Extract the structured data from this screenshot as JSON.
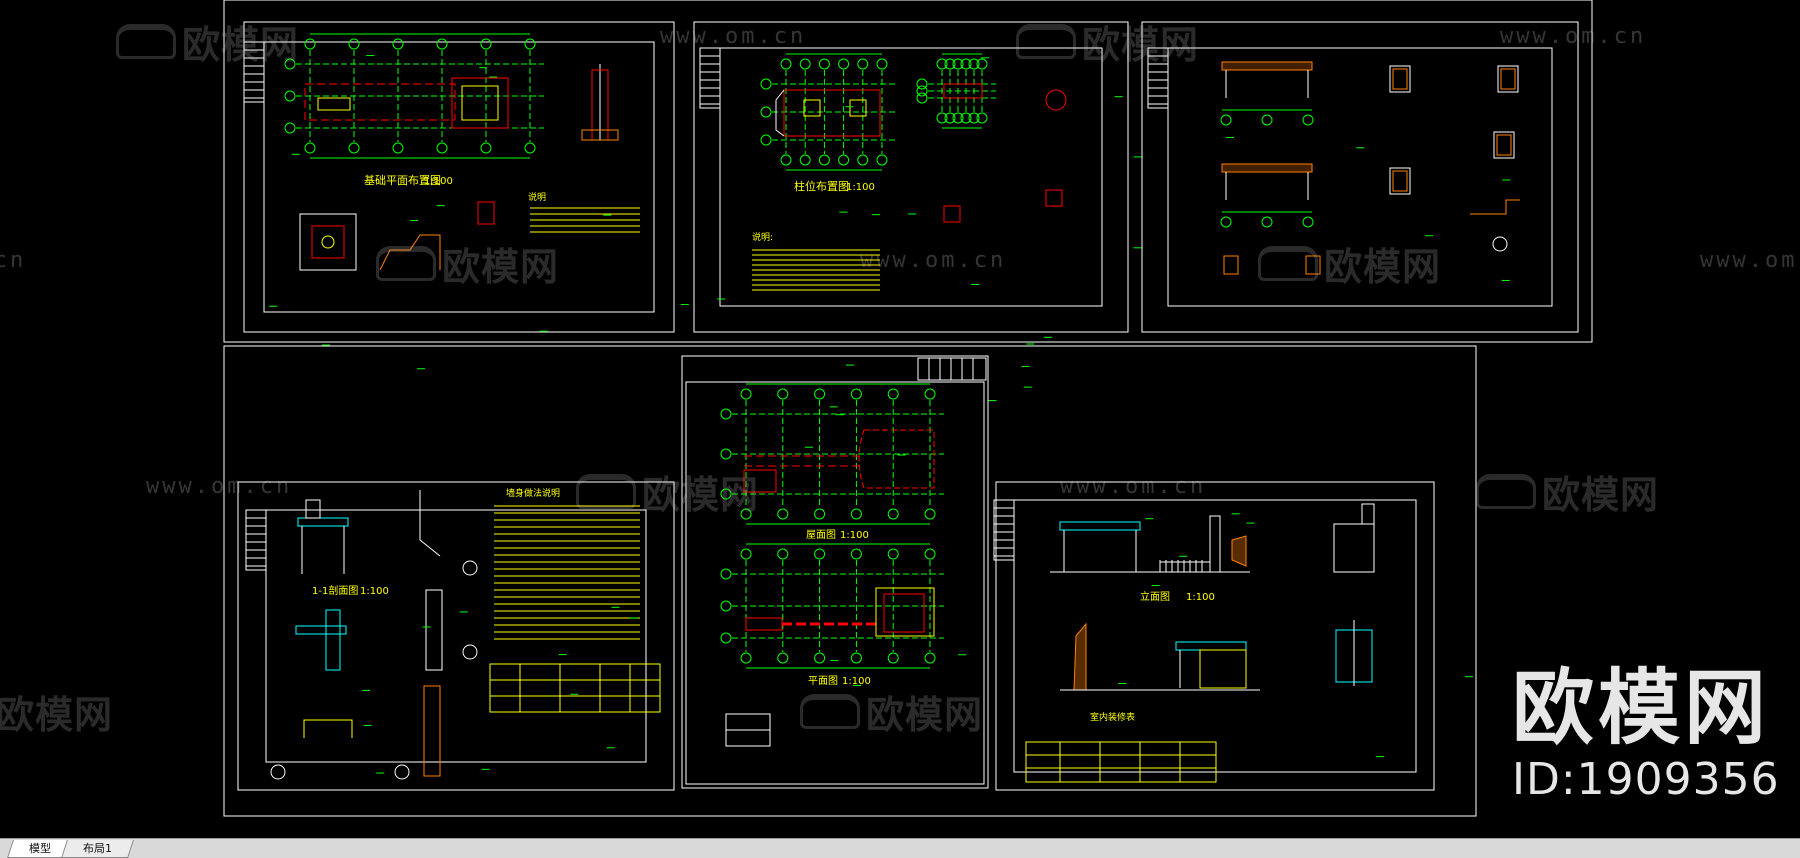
{
  "tabs": [
    {
      "label": "模型",
      "active": true
    },
    {
      "label": "布局1",
      "active": false
    }
  ],
  "watermark": {
    "logo_text": "欧模网",
    "url_text": "www.om.cn"
  },
  "brand": {
    "logo_text": "欧模网",
    "id_text": "ID:1909356"
  },
  "sheets": [
    {
      "title": "基础平面布置图",
      "scale": "1:100",
      "note": "说明"
    },
    {
      "title": "柱位布置图",
      "scale": "1:100",
      "note": "说明:"
    },
    {
      "title": "",
      "scale": "",
      "note": ""
    },
    {
      "title": "1-1剖面图",
      "scale": "1:100",
      "note": "墙身做法说明"
    },
    {
      "title": "屋面图",
      "scale": "1:100",
      "note": "平面图"
    },
    {
      "title": "立面图",
      "scale": "1:100",
      "note": "室内装修表"
    }
  ],
  "colors": {
    "background": "#000000",
    "frame": "#ffffff",
    "grid": "#00ff00",
    "dim": "#00ff00",
    "wall": "#ff0000",
    "hatch": "#ff7f00",
    "text": "#ffff00",
    "cyan": "#00ffff"
  }
}
